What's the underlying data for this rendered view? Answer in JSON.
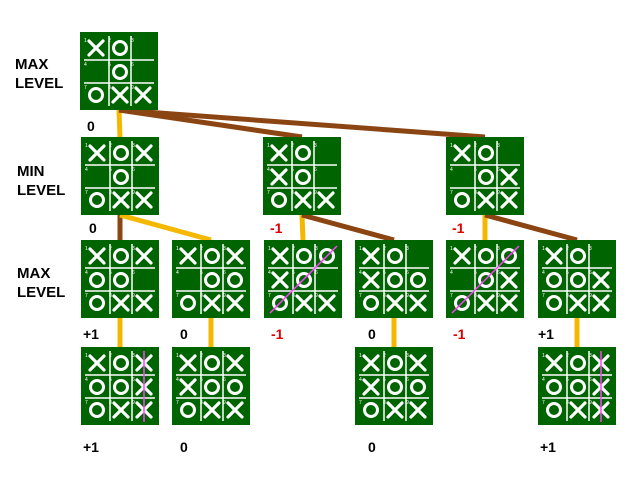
{
  "colors": {
    "board_bg": "#006400",
    "grid_line": "#ffffff",
    "max_edge": "#8b4513",
    "min_edge": "#f5b800",
    "positive_score": "#000000",
    "negative_score": "#e00000",
    "win_line": "#ff40ff"
  },
  "levels": [
    {
      "text": "MAX\nLEVEL"
    },
    {
      "text": "MIN\nLEVEL"
    },
    {
      "text": "MAX\nLEVEL"
    }
  ],
  "nodes": [
    {
      "id": "root",
      "cells": "XO. .O. OXX",
      "score": "0"
    },
    {
      "id": "n1",
      "cells": "XOX .O. OXX",
      "score": "0"
    },
    {
      "id": "n2",
      "cells": "XO. XO. OXX",
      "score": "-1"
    },
    {
      "id": "n3",
      "cells": "XO. .OX OXX",
      "score": "-1"
    },
    {
      "id": "n11",
      "cells": "XOX OO. OXX",
      "score": "+1"
    },
    {
      "id": "n12",
      "cells": "XOX .OO OXX",
      "score": "0"
    },
    {
      "id": "n21",
      "cells": "XOO XO. OXX",
      "score": "-1",
      "win": "diag"
    },
    {
      "id": "n22",
      "cells": "XO. XOO OXX",
      "score": "0"
    },
    {
      "id": "n31",
      "cells": "XOO .OX OXX",
      "score": "-1",
      "win": "diag"
    },
    {
      "id": "n32",
      "cells": "XO. OOX OXX",
      "score": "+1"
    },
    {
      "id": "n111",
      "cells": "XOX OOX OXX",
      "score": "+1",
      "win": "col3"
    },
    {
      "id": "n121",
      "cells": "XOX XOO OXX",
      "score": "0"
    },
    {
      "id": "n221",
      "cells": "XOX XOO OXX",
      "score": "0"
    },
    {
      "id": "n321",
      "cells": "XOX OOX OXX",
      "score": "+1",
      "win": "col3"
    }
  ],
  "edges": [
    {
      "from": "root",
      "to": "n1",
      "type": "min"
    },
    {
      "from": "root",
      "to": "n2",
      "type": "max"
    },
    {
      "from": "root",
      "to": "n3",
      "type": "max"
    },
    {
      "from": "n1",
      "to": "n11",
      "type": "max"
    },
    {
      "from": "n1",
      "to": "n12",
      "type": "min"
    },
    {
      "from": "n2",
      "to": "n21",
      "type": "min"
    },
    {
      "from": "n2",
      "to": "n22",
      "type": "max"
    },
    {
      "from": "n3",
      "to": "n31",
      "type": "min"
    },
    {
      "from": "n3",
      "to": "n32",
      "type": "max"
    },
    {
      "from": "n11",
      "to": "n111",
      "type": "min"
    },
    {
      "from": "n12",
      "to": "n121",
      "type": "min"
    },
    {
      "from": "n22",
      "to": "n221",
      "type": "min"
    },
    {
      "from": "n32",
      "to": "n321",
      "type": "min"
    }
  ]
}
